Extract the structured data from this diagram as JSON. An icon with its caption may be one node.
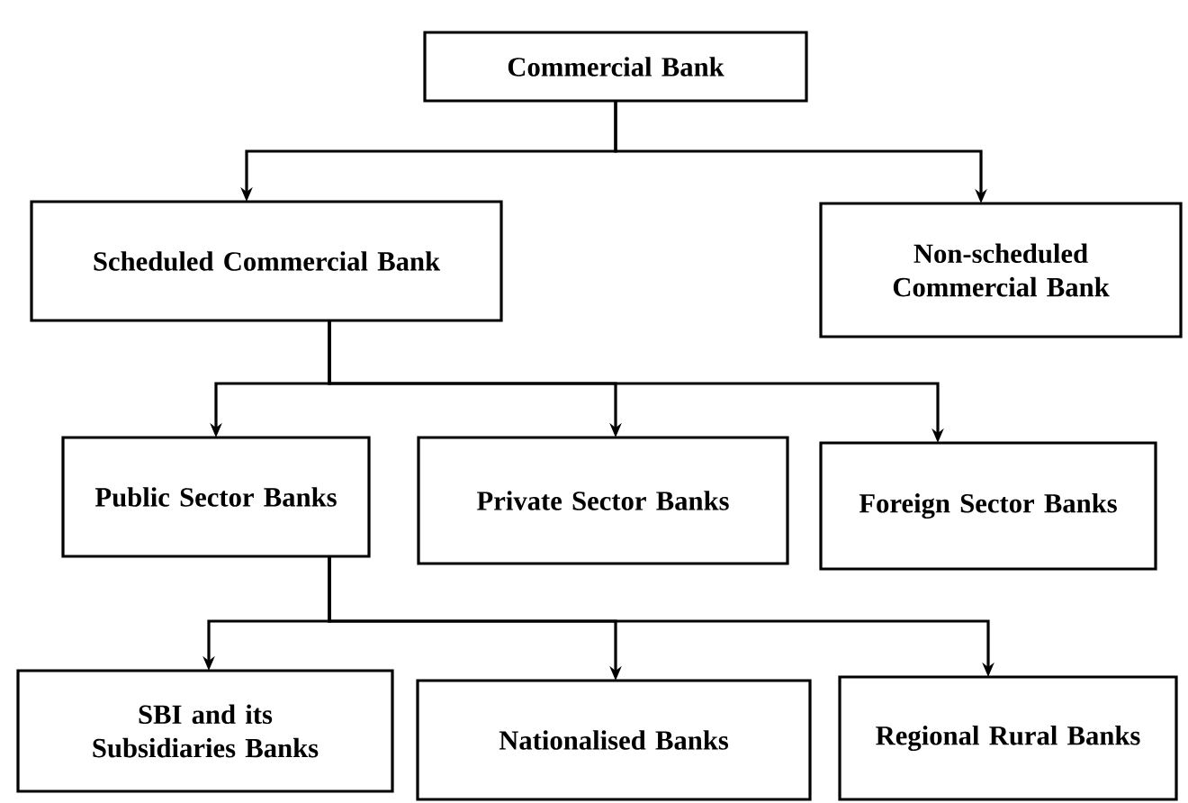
{
  "diagram": {
    "nodes": [
      {
        "text": [
          "Commercial Bank"
        ]
      },
      {
        "text": [
          "Scheduled Commercial Bank"
        ]
      },
      {
        "text": [
          "Non-scheduled Commercial Bank"
        ]
      },
      {
        "text": [
          "Public Sector Banks"
        ]
      },
      {
        "text": [
          "Private Sector Banks"
        ]
      },
      {
        "text": [
          "Foreign Sector Banks"
        ]
      },
      {
        "text": [
          "SBI and its Subsidiaries Banks"
        ]
      },
      {
        "text": [
          "Nationalised Banks"
        ]
      },
      {
        "text": [
          "Regional Rural Banks"
        ]
      }
    ],
    "edges": [
      {
        "from": 0,
        "to": 1,
        "arrow": "to"
      },
      {
        "from": 0,
        "to": 2,
        "arrow": "to"
      },
      {
        "from": 1,
        "to": 3,
        "arrow": "to"
      },
      {
        "from": 1,
        "to": 4,
        "arrow": "to"
      },
      {
        "from": 1,
        "to": 5,
        "arrow": "to"
      },
      {
        "from": 3,
        "to": 6,
        "arrow": "to"
      },
      {
        "from": 3,
        "to": 7,
        "arrow": "to"
      },
      {
        "from": 3,
        "to": 8,
        "arrow": "to"
      }
    ]
  }
}
